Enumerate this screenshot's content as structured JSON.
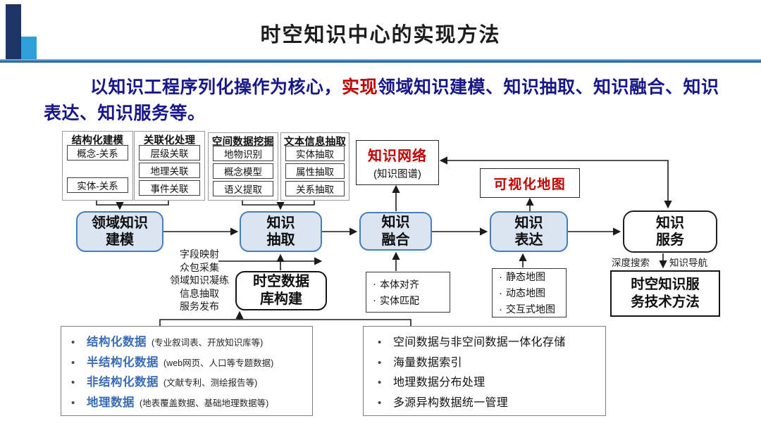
{
  "slide": {
    "title": "时空知识中心的实现方法"
  },
  "intro": {
    "part1": "以知识工程序列化操作为核心，",
    "highlight": "实现",
    "part2": "领域知识建模、知识抽取、知识融合、知识",
    "line2": "表达、知识服务等。"
  },
  "groups": [
    {
      "title": "结构化建模",
      "items": [
        "概念-关系",
        "实体-关系"
      ]
    },
    {
      "title": "关联化处理",
      "items": [
        "层级关联",
        "地理关联",
        "事件关联"
      ]
    },
    {
      "title": "空间数据挖掘",
      "items": [
        "地物识别",
        "概念模型",
        "语义提取"
      ]
    },
    {
      "title": "文本信息抽取",
      "items": [
        "实体抽取",
        "属性抽取",
        "关系抽取"
      ]
    }
  ],
  "network": {
    "title": "知识网络",
    "subtitle": "(知识图谱)"
  },
  "visual_map": {
    "title": "可视化地图"
  },
  "flow": [
    {
      "line1": "领域知识",
      "line2": "建模"
    },
    {
      "line1": "知识",
      "line2": "抽取"
    },
    {
      "line1": "知识",
      "line2": "融合"
    },
    {
      "line1": "知识",
      "line2": "表达"
    },
    {
      "line1": "知识",
      "line2": "服务"
    }
  ],
  "pipeline": {
    "steps": [
      "字段映射",
      "众包采集",
      "领域知识凝练",
      "信息抽取",
      "服务发布"
    ]
  },
  "db_box": {
    "line1": "时空数据",
    "line2": "库构建"
  },
  "fusion_box": {
    "items": [
      "本体对齐",
      "实体匹配"
    ]
  },
  "express_box": {
    "items": [
      "静态地图",
      "动态地图",
      "交互式地图"
    ]
  },
  "service_labels": {
    "left": "深度搜索",
    "right": "知识导航"
  },
  "service_box": {
    "line1": "时空知识服",
    "line2": "务技术方法"
  },
  "sources": {
    "items": [
      {
        "term": "结构化数据",
        "desc": "(专业叙词表、开放知识库等)"
      },
      {
        "term": "半结构化数据",
        "desc": "(web网页、人口等专题数据)"
      },
      {
        "term": "非结构化数据",
        "desc": "(文献专利、测绘报告等)"
      },
      {
        "term": "地理数据",
        "desc": "(地表覆盖数据、基础地理数据等)"
      }
    ]
  },
  "storage": {
    "items": [
      "空间数据与非空间数据一体化存储",
      "海量数据索引",
      "地理数据分布处理",
      "多源异构数据统一管理"
    ]
  },
  "ui": {
    "bullet": "•",
    "small_bullet": "·"
  },
  "colors": {
    "intro_navy": "#17178a",
    "highlight_red": "#c00000",
    "flow_fill": "#dbe5f1",
    "flow_border": "#4a7ebb",
    "term_blue": "#3a6db5",
    "header_bar_navy": "#1d3566",
    "header_bar_sky": "#2e9fd9",
    "rule_blue": "#2e75b6"
  }
}
